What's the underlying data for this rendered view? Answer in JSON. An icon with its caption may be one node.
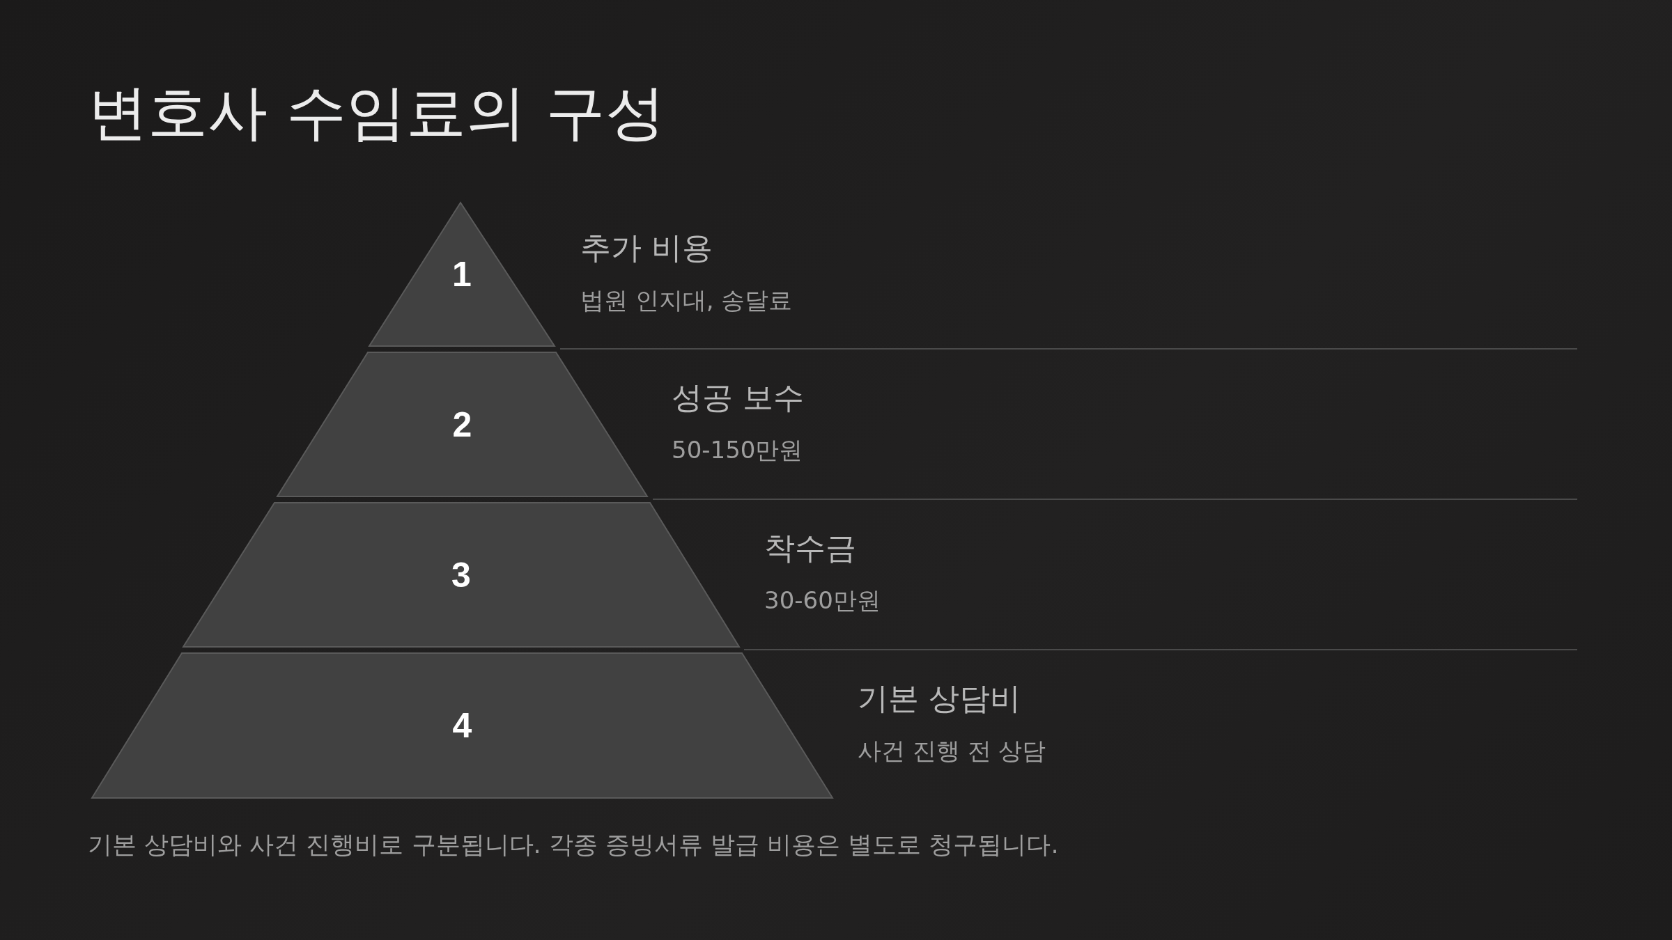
{
  "diagram": {
    "title": "변호사 수임료의 구성",
    "nodes": [
      {
        "text": [
          "1"
        ],
        "beside": [
          "추가 비용",
          "법원 인지대, 송달료"
        ]
      },
      {
        "text": [
          "2"
        ],
        "beside": [
          "성공 보수",
          "50-150만원"
        ]
      },
      {
        "text": [
          "3"
        ],
        "beside": [
          "착수금",
          "30-60만원"
        ]
      },
      {
        "text": [
          "4"
        ],
        "beside": [
          "기본 상담비",
          "사건 진행 전 상담"
        ]
      }
    ],
    "caption": "기본 상담비와 사건 진행비로 구분됩니다. 각종 증빙서류 발급 비용은 별도로 청구됩니다."
  }
}
